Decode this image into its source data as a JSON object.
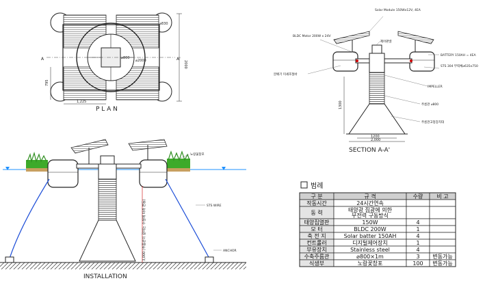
{
  "plan": {
    "title": "P L A N",
    "dims": {
      "corner": "⌀830",
      "ring_outer": "⌀2000",
      "ring_inner": "⌀800",
      "height": "2000",
      "left_small": "795",
      "bottom": "1,225",
      "section_left": "A",
      "section_right": "A'"
    }
  },
  "section": {
    "title": "SECTION A-A'",
    "labels": {
      "solar_module": "Solar Module\n150Wx12V, 4EA",
      "controller": "제어판넬",
      "bldc_motor": "BLDC Motor\n200W x 24V",
      "fountain": "분배기 미세조절바",
      "battery": "BATTERY 150AH = 4EA",
      "sts": "STS 304\n부력체⌀635x750",
      "impeller": "IMPELLER",
      "pipe": "주름관 ⌀800",
      "fixing": "주름관고정장치대",
      "height": "1300",
      "width_inner": "1200",
      "width_outer": "2,000"
    }
  },
  "installation": {
    "title": "INSTALLATION",
    "labels": {
      "plants": "노랑꽃창포",
      "sts_wire": "STS WIRE",
      "anchor": "ANCHOR",
      "depth": "3,000 (주름관의 길이는 수심에 따라 변동)"
    }
  },
  "legend": {
    "title": "범례",
    "headers": [
      "구 분",
      "규 격",
      "수량",
      "비 고"
    ],
    "rows": [
      [
        "작동시간",
        "24시간연속",
        "",
        ""
      ],
      [
        "동 력",
        "태양광 집광에 의한\n무전력 구동방식",
        "",
        ""
      ],
      [
        "태양집열판",
        "150W",
        "4",
        ""
      ],
      [
        "모 터",
        "BLDC 200W",
        "1",
        ""
      ],
      [
        "축 전 지",
        "Solar batter 150AH",
        "4",
        ""
      ],
      [
        "컨트롤러",
        "디지털제어장치",
        "1",
        ""
      ],
      [
        "부유장치",
        "Stainless steel",
        "4",
        ""
      ],
      [
        "수축주름관",
        "⌀800×1m",
        "3",
        "변동가능"
      ],
      [
        "식생부",
        "노랑꽃창포",
        "100",
        "변동가능"
      ]
    ]
  }
}
